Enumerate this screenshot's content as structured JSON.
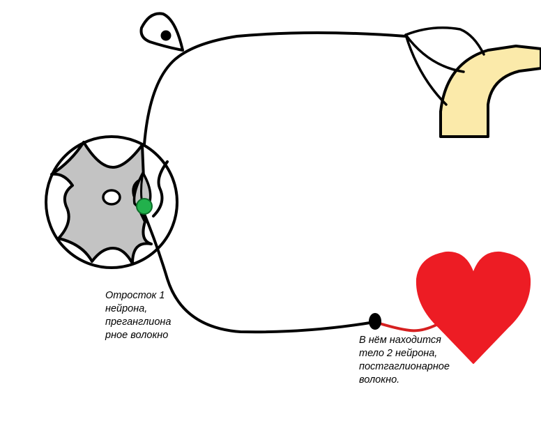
{
  "labels": {
    "preganglionic": {
      "lines": [
        "Отросток 1",
        "нейрона,",
        "преганглиона",
        "рное волокно"
      ]
    },
    "postganglionic": {
      "lines": [
        "В нём находится",
        "тело 2 нейрона,",
        "постгаглионарное",
        "волокно."
      ]
    }
  },
  "colors": {
    "stroke": "#000000",
    "spinal_gray_matter": "#c3c3c3",
    "neuron_body": "#22b14c",
    "postganglionic_fiber": "#d62020",
    "heart": "#ed1c24",
    "vessel": "#fbeaaa",
    "ganglion": "#000000"
  },
  "icons": {
    "heart": "heart-icon",
    "spinal_cord": "spinal-cord-cross-section-icon",
    "eye": "eye-icon"
  }
}
